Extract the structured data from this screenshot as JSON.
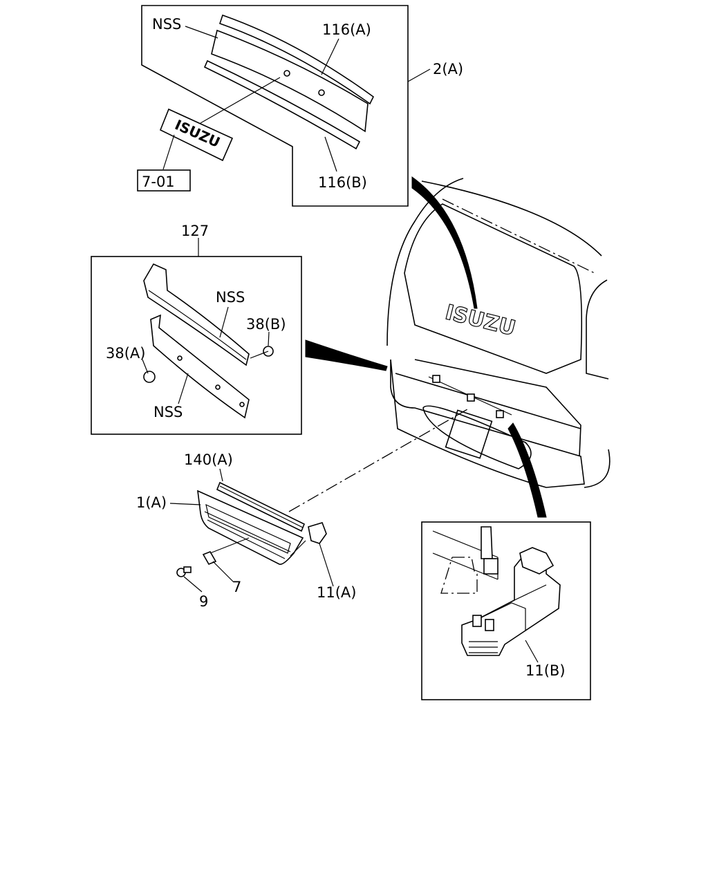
{
  "labels": {
    "nss_top": "NSS",
    "p116a": "116(A)",
    "p2a": "2(A)",
    "p116b": "116(B)",
    "ref701": "7-01",
    "p127": "127",
    "nss_mid": "NSS",
    "p38b": "38(B)",
    "p38a": "38(A)",
    "nss_bottom": "NSS",
    "p140a": "140(A)",
    "p1a": "1(A)",
    "p7": "7",
    "p9": "9",
    "p11a": "11(A)",
    "p11b": "11(B)"
  },
  "emblem": {
    "text": "ISUZU"
  }
}
